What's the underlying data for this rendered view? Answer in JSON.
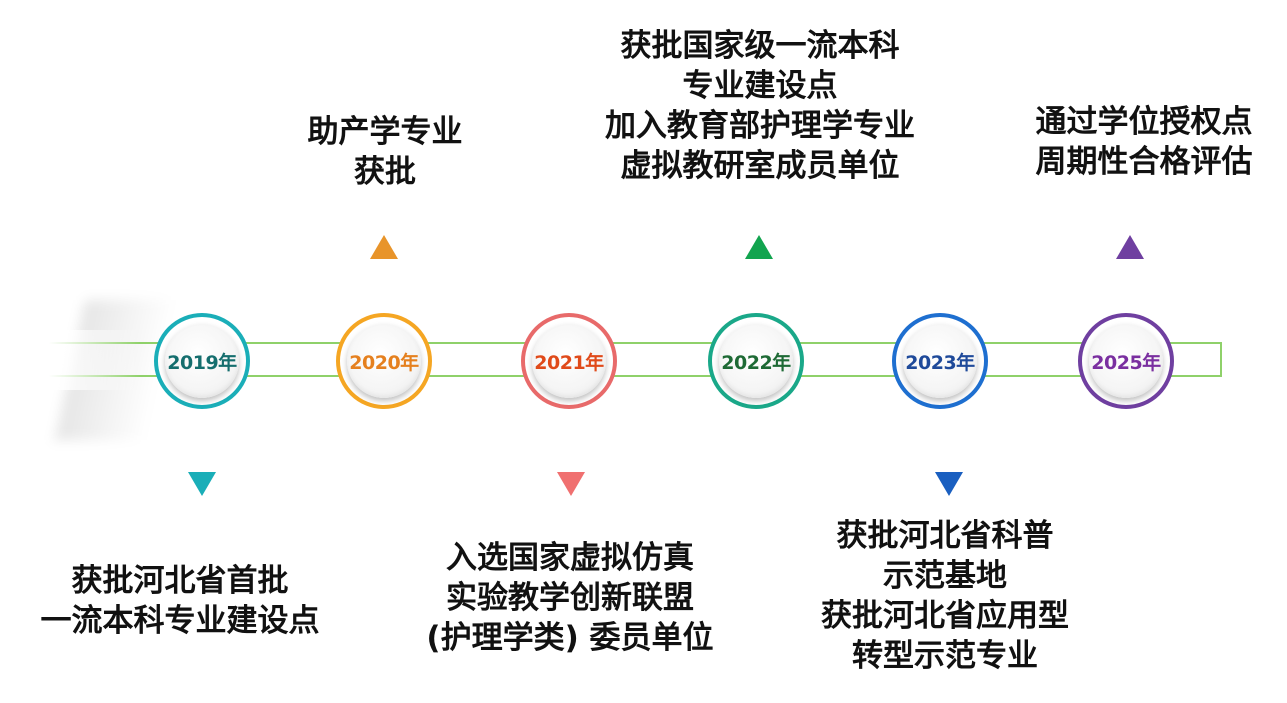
{
  "colors": {
    "track": "#8fd16a",
    "text": "#111111",
    "nodes": [
      "#1aaeb8",
      "#f5a623",
      "#e86a6a",
      "#1aa889",
      "#1e6fd0",
      "#6f3fa0"
    ],
    "labels": [
      "#156e6e",
      "#e5801f",
      "#e04a1a",
      "#1e6a35",
      "#1f4a9a",
      "#7a2fa0"
    ],
    "triangles": [
      "#1aaeb8",
      "#e8942a",
      "#f07070",
      "#12a44f",
      "#1a5fc0",
      "#6f3fa0"
    ]
  },
  "nodes": [
    {
      "label": "2019年"
    },
    {
      "label": "2020年"
    },
    {
      "label": "2021年"
    },
    {
      "label": "2022年"
    },
    {
      "label": "2023年"
    },
    {
      "label": "2025年"
    }
  ],
  "events": {
    "e2019": [
      "获批河北省首批",
      "一流本科专业建设点"
    ],
    "e2020": [
      "助产学专业",
      "获批"
    ],
    "e2021": [
      "入选国家虚拟仿真",
      "实验教学创新联盟",
      "(护理学类) 委员单位"
    ],
    "e2022": [
      "获批国家级一流本科",
      "专业建设点",
      "加入教育部护理学专业",
      "虚拟教研室成员单位"
    ],
    "e2023": [
      "获批河北省科普",
      "示范基地",
      "获批河北省应用型",
      "转型示范专业"
    ],
    "e2025": [
      "通过学位授权点",
      "周期性合格评估"
    ]
  }
}
